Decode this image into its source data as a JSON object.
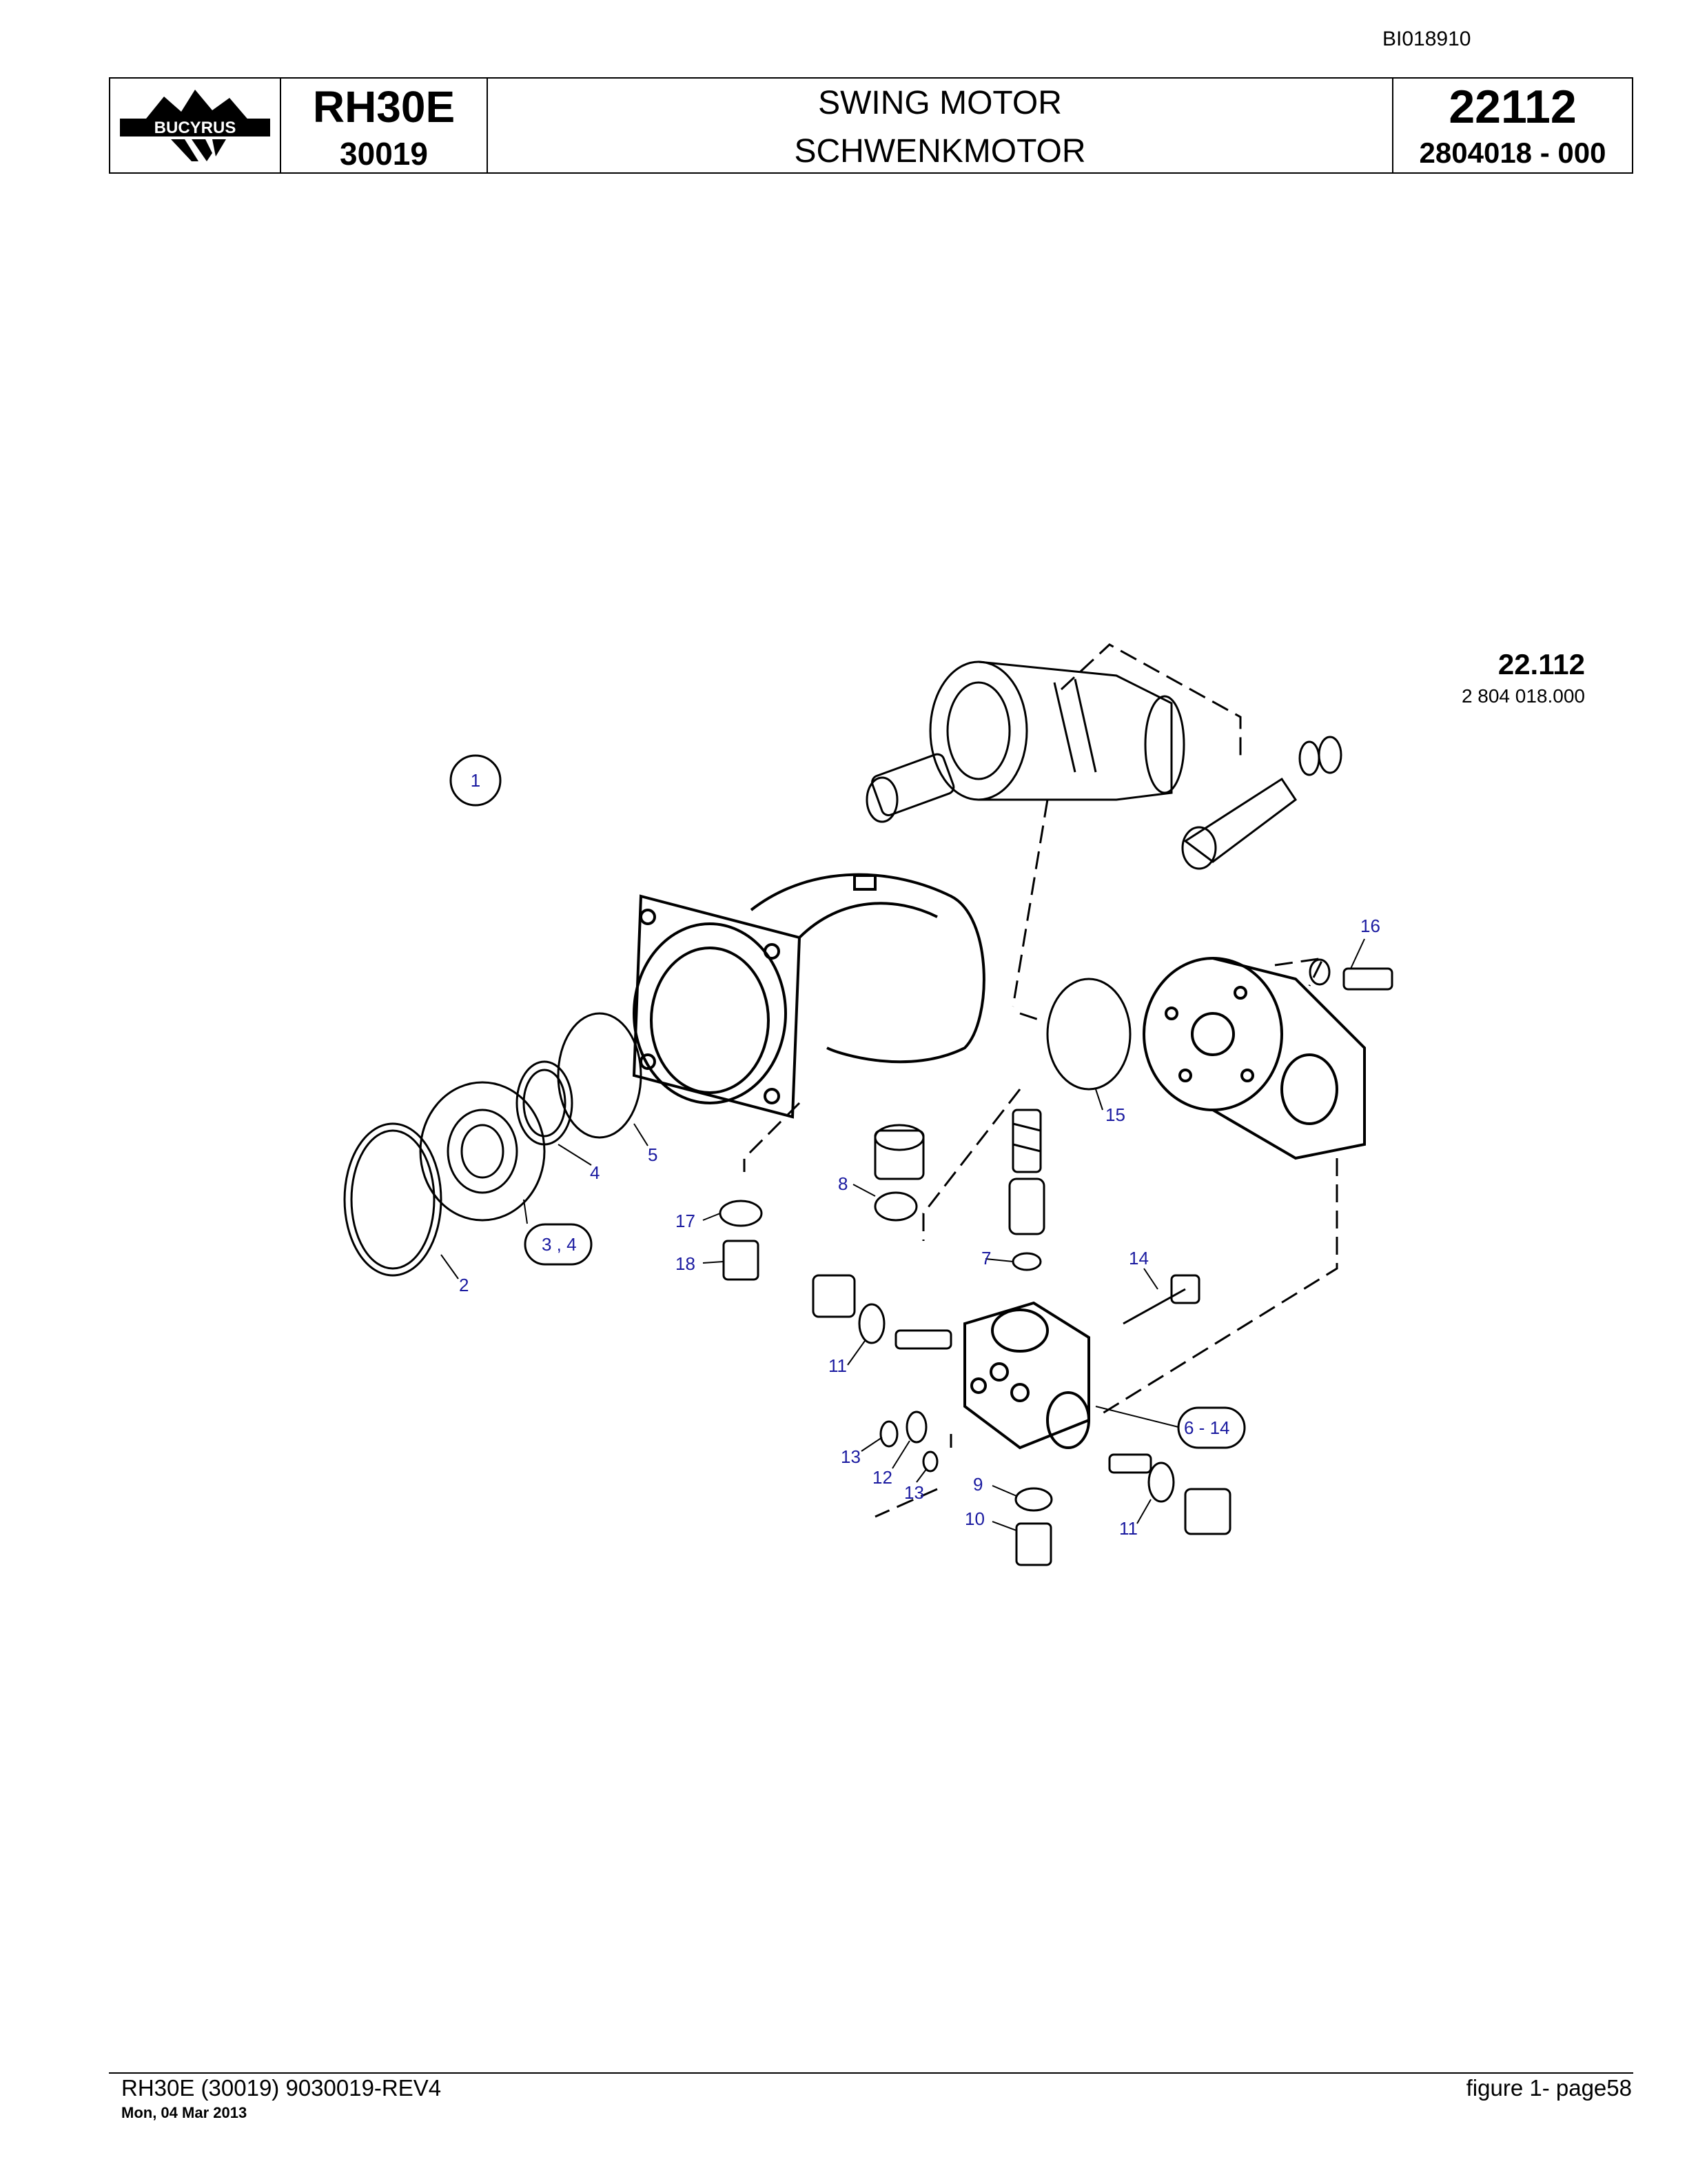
{
  "header": {
    "doc_id": "BI018910",
    "logo_text": "BUCYRUS",
    "model": "RH30E",
    "serial": "30019",
    "title_en": "SWING MOTOR",
    "title_de": "SCHWENKMOTOR",
    "group_number": "22112",
    "part_number": "2804018  - 000"
  },
  "figure": {
    "ref_number": "22.112",
    "ref_part": "2 804 018.000"
  },
  "callouts": {
    "c1": "1",
    "c2": "2",
    "c3_4": "3 , 4",
    "c4": "4",
    "c5": "5",
    "c6_14": "6  -  14",
    "c7": "7",
    "c8": "8",
    "c9": "9",
    "c10": "10",
    "c11a": "11",
    "c11b": "11",
    "c12": "12",
    "c13a": "13",
    "c13b": "13",
    "c14": "14",
    "c15": "15",
    "c16": "16",
    "c17": "17",
    "c18": "18"
  },
  "footer": {
    "left": "RH30E (30019) 9030019-REV4",
    "date": "Mon, 04 Mar 2013",
    "right": "figure  1- page58"
  },
  "colors": {
    "callout": "#1a1aa0",
    "line": "#000000"
  }
}
